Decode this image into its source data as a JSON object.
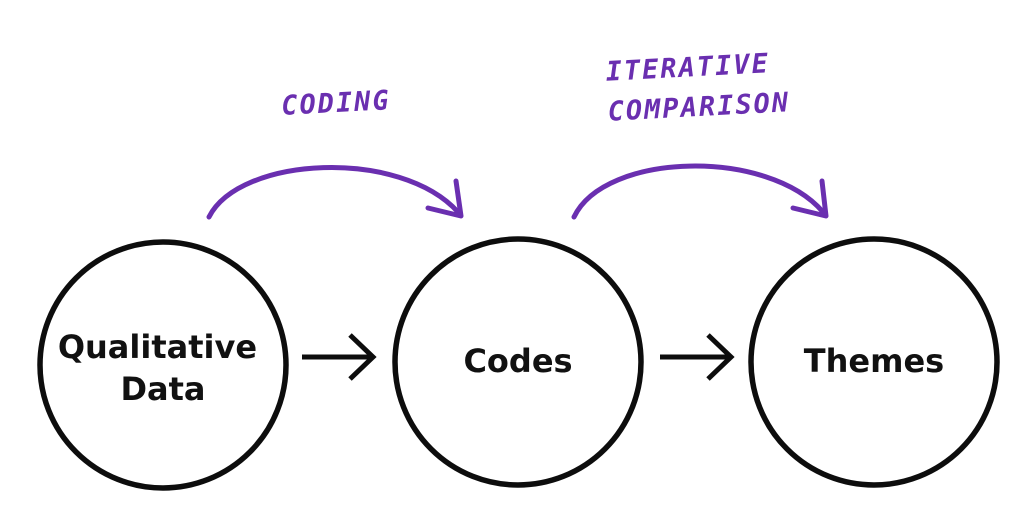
{
  "colors": {
    "accent": "#6a2fb0",
    "ink": "#0d0d0d"
  },
  "nodes": [
    {
      "lines": [
        "Qualitative",
        "Data"
      ]
    },
    {
      "lines": [
        "Codes"
      ]
    },
    {
      "lines": [
        "Themes"
      ]
    }
  ],
  "processes": [
    {
      "lines": [
        "CODING"
      ]
    },
    {
      "lines": [
        "ITERATIVE",
        "COMPARISON"
      ]
    }
  ]
}
